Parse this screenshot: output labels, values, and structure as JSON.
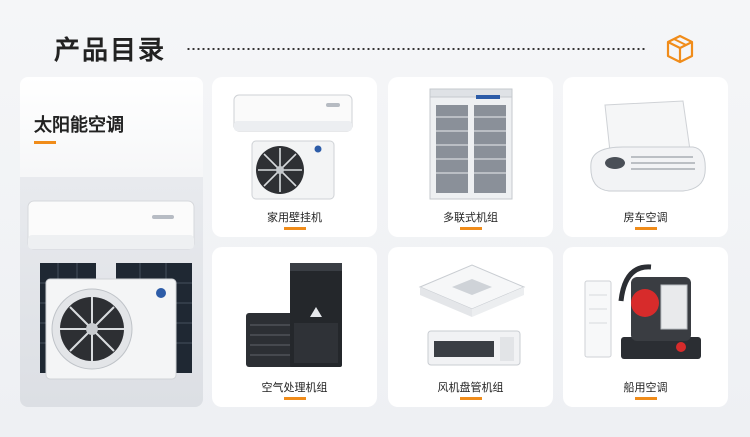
{
  "header": {
    "title": "产品目录",
    "icon": "box-icon"
  },
  "feature": {
    "title": "太阳能空调",
    "image": "solar-air-conditioner-image"
  },
  "products": [
    {
      "label": "家用壁挂机",
      "image": "wall-mounted-ac-image"
    },
    {
      "label": "多联式机组",
      "image": "vrf-unit-image"
    },
    {
      "label": "房车空调",
      "image": "rv-ac-image"
    },
    {
      "label": "空气处理机组",
      "image": "air-handler-image"
    },
    {
      "label": "风机盘管机组",
      "image": "fan-coil-unit-image"
    },
    {
      "label": "船用空调",
      "image": "marine-ac-image"
    }
  ],
  "colors": {
    "accent": "#f08c1a",
    "title": "#222222",
    "card_bg": "#ffffff"
  }
}
